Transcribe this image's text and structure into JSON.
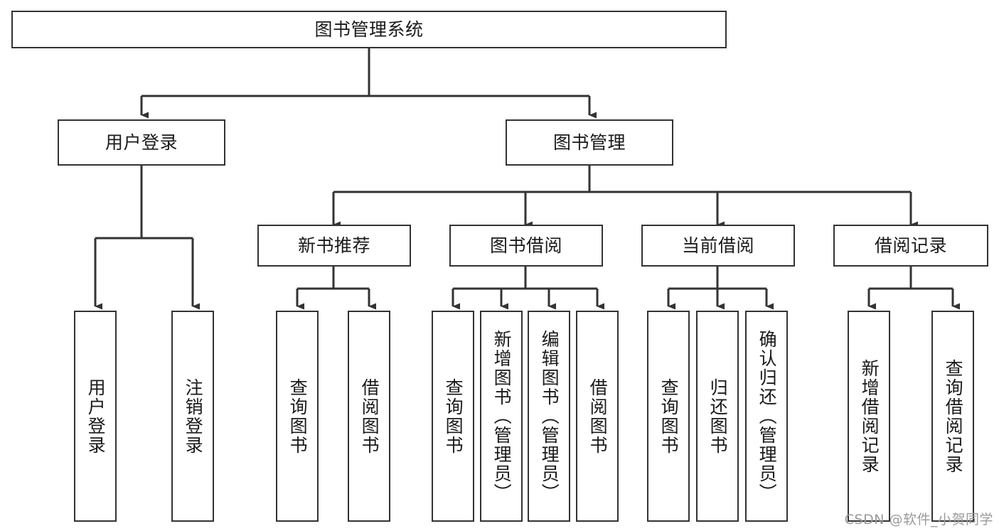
{
  "diagram": {
    "type": "tree-hierarchy",
    "title": "图书管理系统",
    "watermark": "CSDN @软件_小贺同学",
    "colors": {
      "box_border": "#333333",
      "box_fill": "#ffffff",
      "connector": "#333333",
      "text": "#1a1a1a",
      "watermark": "#9a9a9a"
    },
    "nodes": {
      "root": {
        "label": "图书管理系统"
      },
      "level1": [
        {
          "label": "用户登录"
        },
        {
          "label": "图书管理"
        }
      ],
      "level2": [
        {
          "label": "新书推荐"
        },
        {
          "label": "图书借阅"
        },
        {
          "label": "当前借阅"
        },
        {
          "label": "借阅记录"
        }
      ],
      "leaves": {
        "user_login": [
          {
            "label": "用户登录"
          },
          {
            "label": "注销登录"
          }
        ],
        "new_book": [
          {
            "label": "查询图书"
          },
          {
            "label": "借阅图书"
          }
        ],
        "book_borrow": [
          {
            "label": "查询图书"
          },
          {
            "label": "新增图书（管理员）"
          },
          {
            "label": "编辑图书（管理员）"
          },
          {
            "label": "借阅图书"
          }
        ],
        "current_borrow": [
          {
            "label": "查询图书"
          },
          {
            "label": "归还图书"
          },
          {
            "label": "确认归还（管理员）"
          }
        ],
        "borrow_record": [
          {
            "label": "新增借阅记录"
          },
          {
            "label": "查询借阅记录"
          }
        ]
      }
    }
  }
}
